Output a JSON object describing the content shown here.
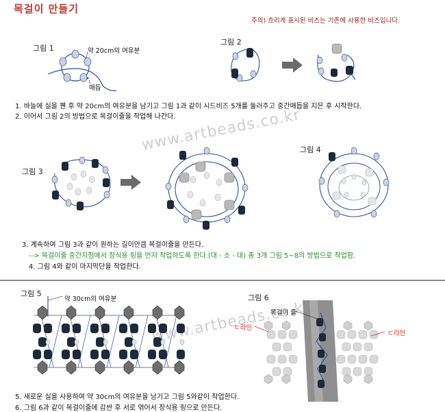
{
  "title": "목걸이 만들기",
  "note": "주의) 흐리게 표시된 비즈는 기존에 사용한 비즈입니다.",
  "watermark": "www.artbeads.co.kr",
  "figures": {
    "fig1": {
      "label": "그림 1",
      "ann_top": "약 20cm의 여유분",
      "ann_knot": "매듭"
    },
    "fig2": {
      "label": "그림 2"
    },
    "fig3": {
      "label": "그림 3"
    },
    "fig4": {
      "label": "그림 4"
    },
    "fig5": {
      "label": "그림 5",
      "ann_top": "약 30cm의 여유분"
    },
    "fig6": {
      "label": "그림 6",
      "ann_cord": "목걸이 줄",
      "ann_left": "ㄷ라인",
      "ann_right": "ㄷ라인"
    }
  },
  "steps": {
    "s1": "1. 바늘에 실을 꿴 후 약 20cm의 여유분을 남기고 그림 1과 같이 시드비즈 5개를 둘러주고 중간매듭을 지은 후 시작한다.",
    "s2": "2. 이어서 그림 2의 방법으로 목걸이줄을 작업해 나간다.",
    "s3": "3. 계속하여 그림 3과 같이 원하는 길이만큼 목걸이줄을 만든다.",
    "s3_note": "--> 목걸이줄 중간지점에서 장식용 링을 먼저 작업하도록 한다.(대 - 소 - 대) 총 3개 그림 5~8의 방법으로 작업함.",
    "s4": "4. 그림 4와 같이 마지막단을 작업한다.",
    "s5": "5. 새로운 실을 사용하여  약 30cm의 여유분을  남기고 그림 5와같이 작업한다.",
    "s6": "6. 그림 6과 같이 목걸이줄에 감싼 후 서로 엮어서 장식용 링으로 만든다."
  },
  "colors": {
    "title": "#c0392b",
    "note": "#8b1a1a",
    "thread": "#2a4f9c",
    "green": "#2a8a2a",
    "red": "#dd2222"
  }
}
